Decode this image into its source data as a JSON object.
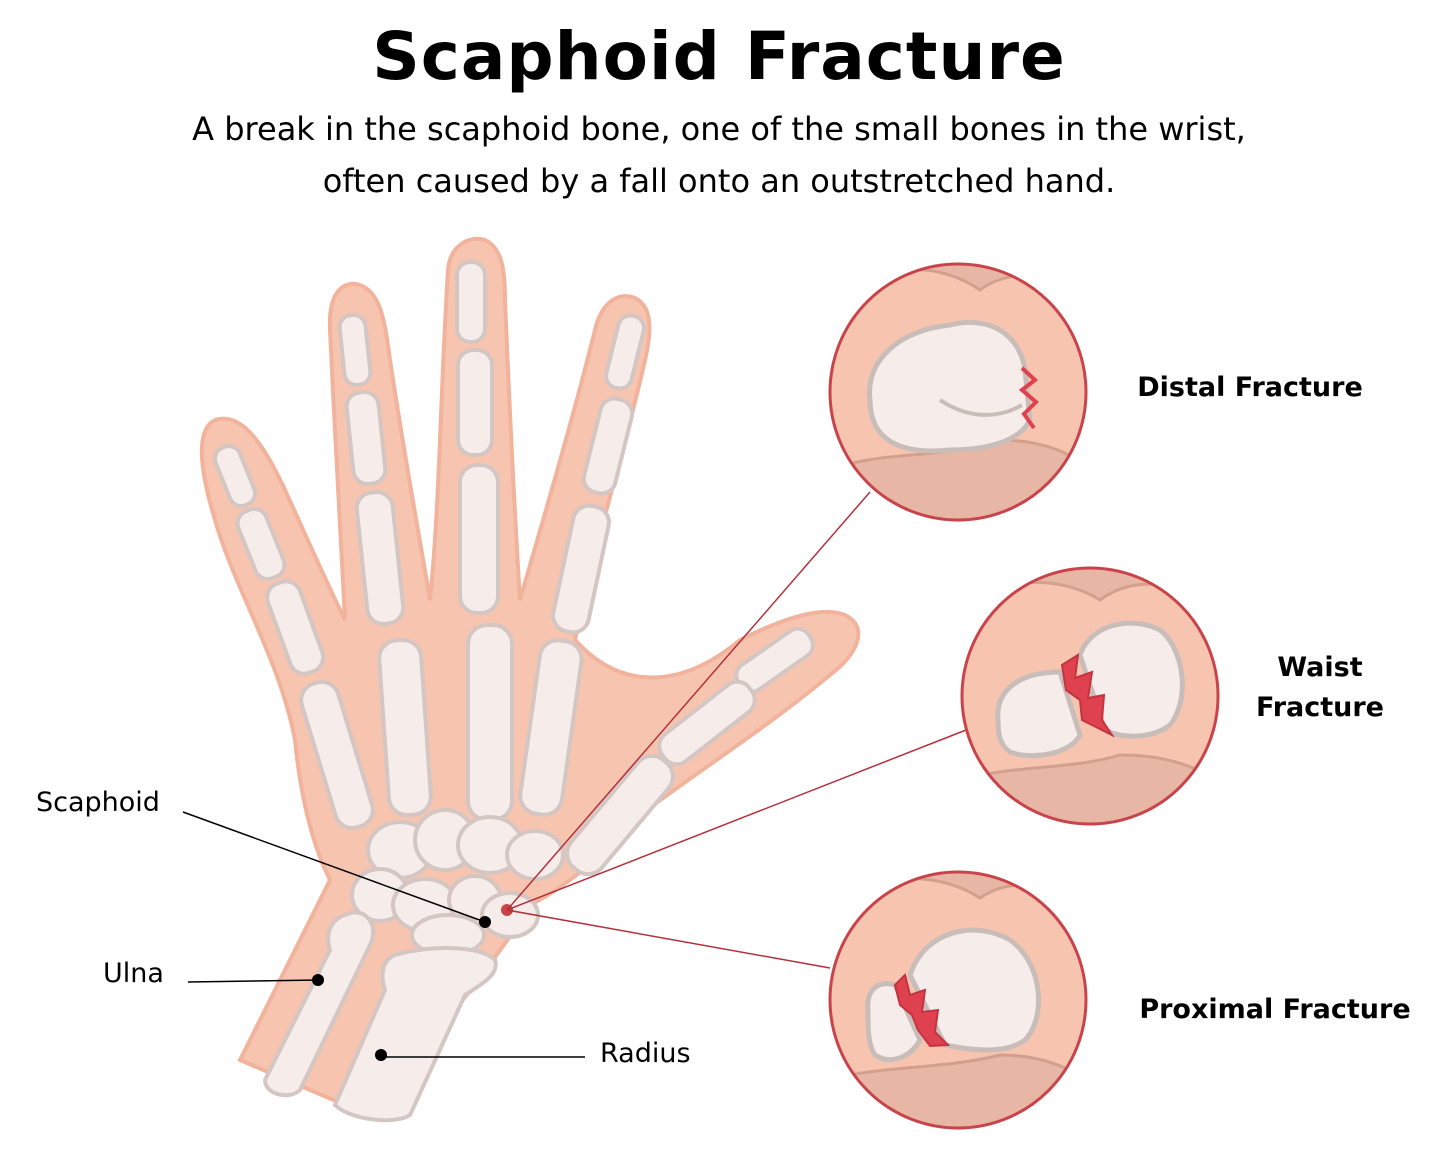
{
  "title": "Scaphoid Fracture",
  "subtitle": {
    "line1": "A break in the scaphoid bone, one of the small bones in the wrist,",
    "line2": "often caused by a fall onto an outstretched hand."
  },
  "labels": {
    "scaphoid": "Scaphoid",
    "ulna": "Ulna",
    "radius": "Radius"
  },
  "fractures": {
    "distal": "Distal Fracture",
    "waist_line1": "Waist",
    "waist_line2": "Fracture",
    "proximal": "Proximal Fracture"
  },
  "colors": {
    "skin": "#f7c4b0",
    "skin_outline": "#f2b39c",
    "bone": "#f6ecea",
    "bone_shadow": "#d9cfcc",
    "fracture": "#e0414f",
    "circle_border": "#c9434a",
    "callout_line": "#b3313a"
  }
}
